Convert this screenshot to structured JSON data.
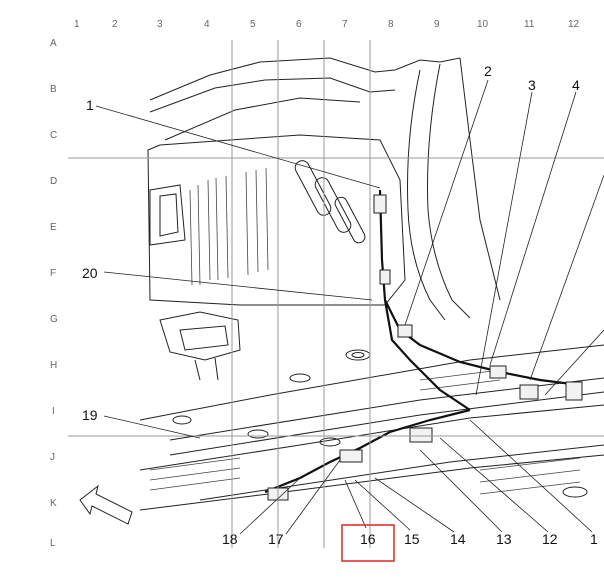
{
  "grid": {
    "columns": [
      "1",
      "2",
      "3",
      "4",
      "5",
      "6",
      "7",
      "8",
      "9",
      "10",
      "11",
      "12"
    ],
    "rows": [
      "A",
      "B",
      "C",
      "D",
      "E",
      "F",
      "G",
      "H",
      "I",
      "J",
      "K",
      "L"
    ]
  },
  "callouts": {
    "c1": "1",
    "c2": "2",
    "c3": "3",
    "c4": "4",
    "c12": "12",
    "c13": "13",
    "c14": "14",
    "c15": "15",
    "c16": "16",
    "c17": "17",
    "c18": "18",
    "c19": "19",
    "c20": "20",
    "c1b": "1"
  },
  "highlight": {
    "callout": "16",
    "color": "#e0332e"
  },
  "colors": {
    "line": "#222222",
    "grid": "#9a9a9a"
  }
}
